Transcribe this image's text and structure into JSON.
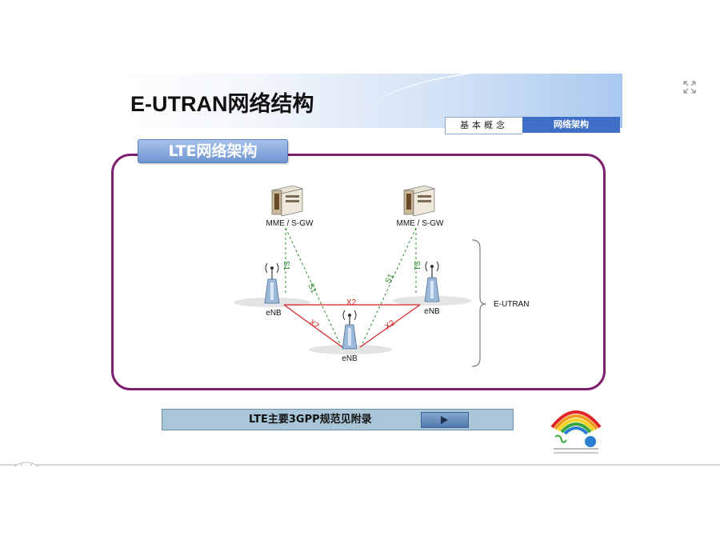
{
  "header": {
    "title": "E-UTRAN网络结构",
    "tabs": [
      {
        "label": "基本概念"
      },
      {
        "label": "网络架构"
      }
    ]
  },
  "section": {
    "label": "LTE网络架构"
  },
  "diagram": {
    "nodes": {
      "mme1": "MME / S-GW",
      "mme2": "MME / S-GW",
      "enb_left": "eNB",
      "enb_right": "eNB",
      "enb_bottom": "eNB"
    },
    "links": {
      "s1": "S1",
      "x2": "X2"
    },
    "group_label": "E-UTRAN"
  },
  "footer": {
    "note": "LTE主要3GPP规范见附录"
  },
  "icons": {
    "expand": "expand-icon",
    "play": "play-icon",
    "server": "server-icon",
    "antenna": "antenna-icon",
    "logo": "expo-logo"
  },
  "colors": {
    "frame": "#7c1f6d",
    "accent_blue": "#3f6fc6",
    "s1_line": "#2e8b2e",
    "x2_line": "#d42020"
  }
}
